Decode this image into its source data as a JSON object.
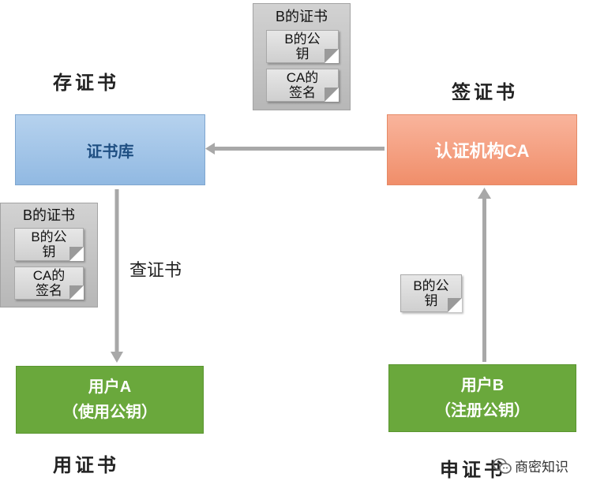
{
  "labels": {
    "store_cert": "存证书",
    "sign_cert": "签证书",
    "use_cert": "用证书",
    "apply_cert": "申证书",
    "query_cert": "查证书"
  },
  "boxes": {
    "cert_store": "证书库",
    "ca": "认证机构CA",
    "user_a": {
      "line1": "用户A",
      "line2": "（使用公钥）"
    },
    "user_b": {
      "line1": "用户B",
      "line2": "（注册公钥）"
    }
  },
  "certificate": {
    "title": "B的证书",
    "public_key": {
      "line1": "B的公",
      "line2": "钥"
    },
    "signature": {
      "line1": "CA的",
      "line2": "签名"
    }
  },
  "public_key_doc": {
    "line1": "B的公",
    "line2": "钥"
  },
  "watermark": {
    "text": "商密知识"
  },
  "colors": {
    "store_fill": "#a4c6ea",
    "ca_fill": "#f4a183",
    "user_fill": "#6aa83c",
    "cert_fill": "#c4c4c4",
    "arrow": "#9a9a9a"
  }
}
